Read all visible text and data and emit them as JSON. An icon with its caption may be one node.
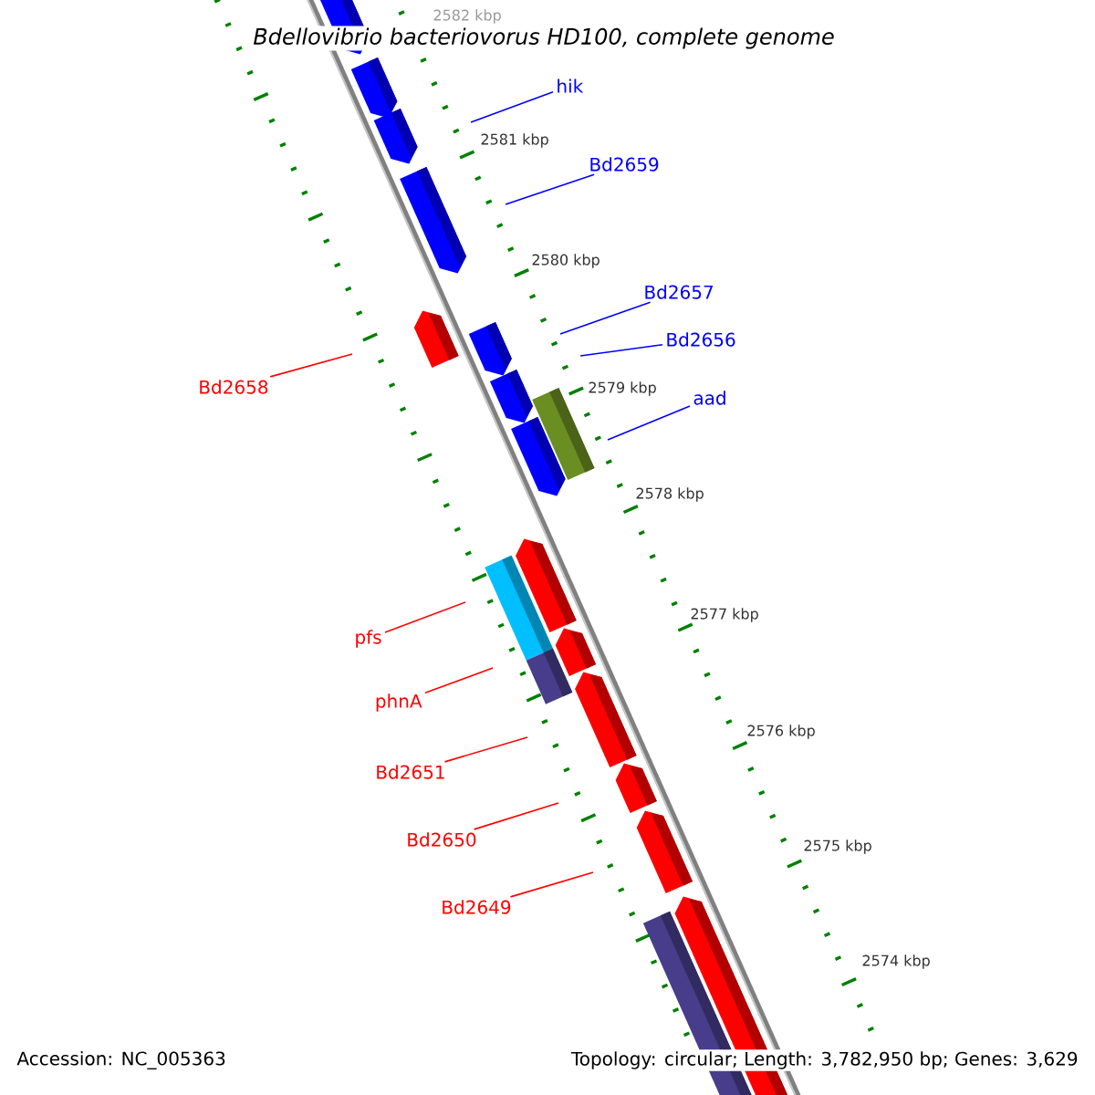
{
  "diagram": {
    "title": "Bdellovibrio bacteriovorus HD100, complete genome",
    "nodes": [
      {
        "text": [
          "hik"
        ]
      },
      {
        "text": [
          "Bd2659"
        ]
      },
      {
        "text": [
          "Bd2657"
        ]
      },
      {
        "text": [
          "Bd2656"
        ]
      },
      {
        "text": [
          "Bd2658"
        ]
      },
      {
        "text": [
          "aad"
        ]
      },
      {
        "text": [
          "pfs"
        ]
      },
      {
        "text": [
          "phnA"
        ]
      },
      {
        "text": [
          "Bd2651"
        ]
      },
      {
        "text": [
          "Bd2650"
        ]
      },
      {
        "text": [
          "Bd2649"
        ]
      }
    ],
    "edges": [
      {
        "from": 0,
        "to": null,
        "arrow": "none",
        "color": "#0000ff"
      },
      {
        "from": 1,
        "to": null,
        "arrow": "none",
        "color": "#0000ff"
      },
      {
        "from": 2,
        "to": null,
        "arrow": "none",
        "color": "#0000ff"
      },
      {
        "from": 3,
        "to": null,
        "arrow": "none",
        "color": "#0000ff"
      },
      {
        "from": 4,
        "to": null,
        "arrow": "none"
      },
      {
        "from": 5,
        "to": null,
        "arrow": "none",
        "color": "#0000ff"
      },
      {
        "from": 6,
        "to": null,
        "arrow": "none"
      },
      {
        "from": 7,
        "to": null,
        "arrow": "none"
      },
      {
        "from": 8,
        "to": null,
        "arrow": "none"
      },
      {
        "from": 9,
        "to": null,
        "arrow": "none"
      },
      {
        "from": 10,
        "to": null,
        "arrow": "none"
      }
    ],
    "labels": [
      "2582 kbp",
      "2581 kbp",
      "2580 kbp",
      "2579 kbp",
      "2578 kbp",
      "2577 kbp",
      "2576 kbp",
      "2575 kbp",
      "2574 kbp",
      "Accession: NC_005363",
      "Topology: circular; Length: 3,782,950 bp; Genes: 3,629"
    ]
  }
}
